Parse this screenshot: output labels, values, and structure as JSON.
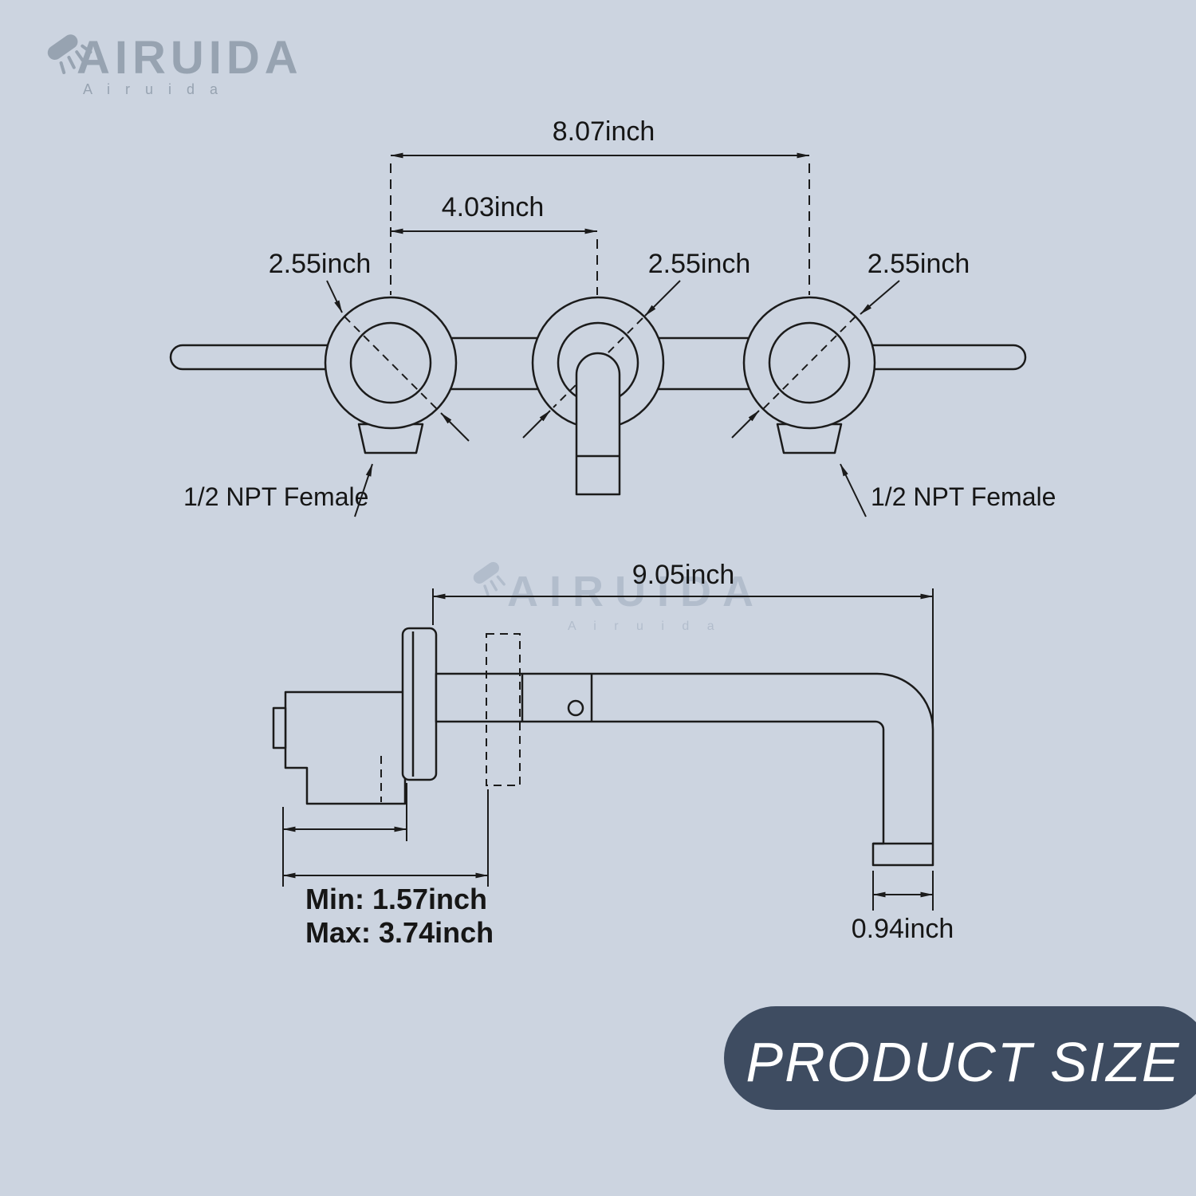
{
  "colors": {
    "background": "#ccd4e0",
    "line": "#1b1b1b",
    "banner_bg": "#3e4c61",
    "banner_text": "#ffffff",
    "logo_gray": "#97a3b1"
  },
  "logo": {
    "brand": "AIRUIDA",
    "subtext": "A i r u i d a"
  },
  "watermark": {
    "brand": "AIRUIDA",
    "subtext": "A i r u i d a"
  },
  "banner": {
    "label": "PRODUCT SIZE"
  },
  "top_view": {
    "overall_width": "8.07inch",
    "handle_to_spout": "4.03inch",
    "left_escutcheon": "2.55inch",
    "center_escutcheon": "2.55inch",
    "right_escutcheon": "2.55inch",
    "left_inlet": "1/2 NPT Female",
    "right_inlet": "1/2 NPT Female"
  },
  "side_view": {
    "spout_reach": "9.05inch",
    "wall_min": "Min: 1.57inch",
    "wall_max": "Max: 3.74inch",
    "spout_tip": "0.94inch"
  }
}
